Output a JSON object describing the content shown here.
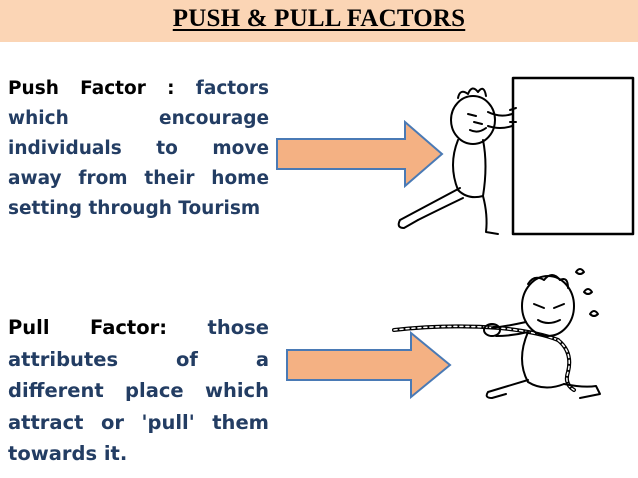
{
  "slide": {
    "title": "PUSH & PULL FACTORS"
  },
  "push": {
    "term": "Push  Factor  :",
    "definition": " factors which encourage individuals to move away from their home setting through Tourism"
  },
  "pull": {
    "term": "Pull  Factor:",
    "definition": " those attributes of a different place which attract or 'pull' them towards it."
  },
  "colors": {
    "title_band": "#fbd5b5",
    "text": "#233d63",
    "arrow_fill": "#f4b183",
    "arrow_stroke": "#4a7ab5"
  },
  "icons": {
    "push_illustration": "cartoon-person-pushing-box",
    "pull_illustration": "cartoon-person-pulling-rope"
  }
}
